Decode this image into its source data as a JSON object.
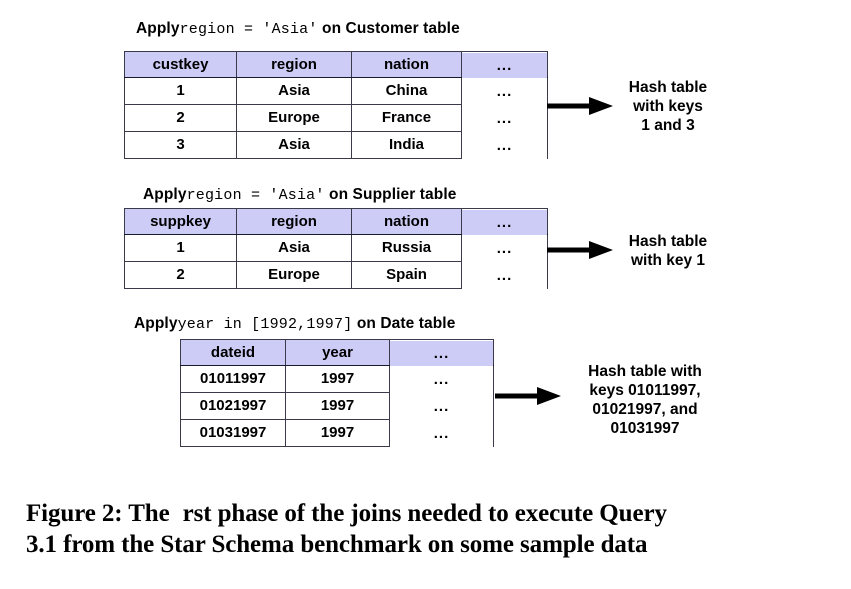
{
  "figure": {
    "caption_line1_prefix": "Figure 2:  The",
    "caption_line1_suffix": "rst phase of the joins needed to execute Query",
    "caption_line2": "3.1 from the Star Schema benchmark on some sample data"
  },
  "colors": {
    "header_fill": "#ccccf7",
    "border": "#1a1a2e",
    "text": "#000000",
    "background": "#ffffff"
  },
  "sections": [
    {
      "id": "customer",
      "caption": {
        "apply": "Apply",
        "predicate": "region = 'Asia'",
        "target": "on Customer table"
      },
      "table": {
        "name": "customer-table",
        "columns": [
          "custkey",
          "region",
          "nation",
          "..."
        ],
        "rows": [
          [
            "1",
            "Asia",
            "China",
            "..."
          ],
          [
            "2",
            "Europe",
            "France",
            "..."
          ],
          [
            "3",
            "Asia",
            "India",
            "..."
          ]
        ]
      },
      "annotation": [
        "Hash table",
        "with keys",
        "1 and 3"
      ]
    },
    {
      "id": "supplier",
      "caption": {
        "apply": "Apply",
        "predicate": "region = 'Asia'",
        "target": "on Supplier table"
      },
      "table": {
        "name": "supplier-table",
        "columns": [
          "suppkey",
          "region",
          "nation",
          "..."
        ],
        "rows": [
          [
            "1",
            "Asia",
            "Russia",
            "..."
          ],
          [
            "2",
            "Europe",
            "Spain",
            "..."
          ]
        ]
      },
      "annotation": [
        "Hash table",
        "with key 1"
      ]
    },
    {
      "id": "date",
      "caption": {
        "apply": "Apply",
        "predicate": "year in [1992,1997]",
        "target": "on Date table"
      },
      "table": {
        "name": "date-table",
        "columns": [
          "dateid",
          "year",
          "..."
        ],
        "rows": [
          [
            "01011997",
            "1997",
            "..."
          ],
          [
            "01021997",
            "1997",
            "..."
          ],
          [
            "01031997",
            "1997",
            "..."
          ]
        ]
      },
      "annotation": [
        "Hash table with",
        "keys 01011997,",
        "01021997, and",
        "01031997"
      ]
    }
  ]
}
